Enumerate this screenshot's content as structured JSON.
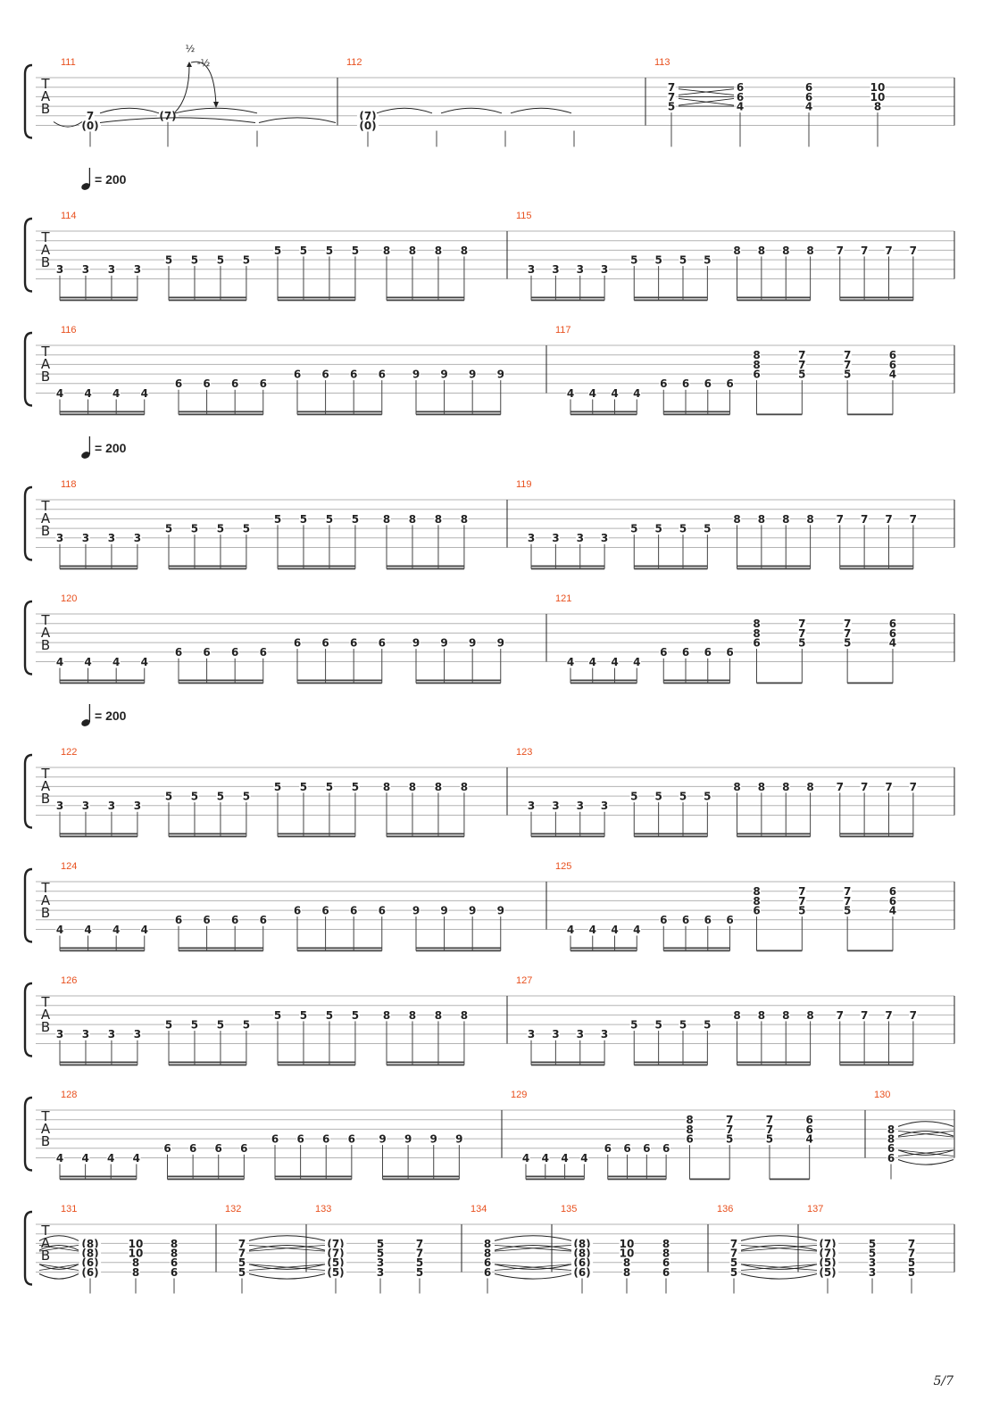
{
  "tablature": {
    "tuning_letters": [
      "T",
      "A",
      "B"
    ],
    "tempo": {
      "note": "quarter-note",
      "bpm": "= 200"
    },
    "bend_labels": [
      "½",
      "-½"
    ],
    "page_number": "5/7",
    "systems": [
      {
        "bars": [
          {
            "number": "111",
            "events": [
              {
                "notes": [
                  {
                    "string": 5,
                    "fret": "7"
                  },
                  {
                    "string": 6,
                    "fret": "(0)"
                  }
                ]
              },
              {
                "notes": [
                  {
                    "string": 5,
                    "fret": "(7)"
                  }
                ],
                "bend": true
              },
              {
                "notes": []
              }
            ]
          },
          {
            "number": "112",
            "events": [
              {
                "notes": [
                  {
                    "string": 5,
                    "fret": "(7)"
                  },
                  {
                    "string": 6,
                    "fret": "(0)"
                  }
                ]
              },
              {
                "notes": []
              },
              {
                "notes": []
              },
              {
                "notes": []
              }
            ]
          },
          {
            "number": "113",
            "events": [
              {
                "notes": [
                  {
                    "string": 2,
                    "fret": "7"
                  },
                  {
                    "string": 3,
                    "fret": "7"
                  },
                  {
                    "string": 4,
                    "fret": "5"
                  }
                ]
              },
              {
                "notes": [
                  {
                    "string": 2,
                    "fret": "6"
                  },
                  {
                    "string": 3,
                    "fret": "6"
                  },
                  {
                    "string": 4,
                    "fret": "4"
                  }
                ]
              },
              {
                "notes": [
                  {
                    "string": 2,
                    "fret": "6"
                  },
                  {
                    "string": 3,
                    "fret": "6"
                  },
                  {
                    "string": 4,
                    "fret": "4"
                  }
                ]
              },
              {
                "notes": [
                  {
                    "string": 2,
                    "fret": "10"
                  },
                  {
                    "string": 3,
                    "fret": "10"
                  },
                  {
                    "string": 4,
                    "fret": "8"
                  }
                ]
              }
            ]
          }
        ]
      },
      {
        "tempo": true,
        "bars": [
          {
            "number": "114",
            "pattern": [
              [
                "3",
                "5"
              ],
              [
                "5",
                "4"
              ],
              [
                "5",
                "3"
              ],
              [
                "8",
                "3"
              ]
            ]
          },
          {
            "number": "115",
            "pattern": [
              [
                "3",
                "5"
              ],
              [
                "5",
                "4"
              ],
              [
                "8",
                "3"
              ],
              [
                "7",
                "3"
              ]
            ]
          }
        ]
      },
      {
        "bars": [
          {
            "number": "116",
            "pattern": [
              [
                "4",
                "6"
              ],
              [
                "6",
                "5"
              ],
              [
                "6",
                "4"
              ],
              [
                "9",
                "4"
              ]
            ]
          },
          {
            "number": "117",
            "pattern": [
              [
                "4",
                "6"
              ],
              [
                "6",
                "5"
              ]
            ],
            "chords": [
              [
                "8",
                "8",
                "6"
              ],
              [
                "7",
                "7",
                "5"
              ],
              [
                "7",
                "7",
                "5"
              ],
              [
                "6",
                "6",
                "4"
              ]
            ]
          }
        ]
      },
      {
        "tempo": true,
        "bars": [
          {
            "number": "118",
            "pattern": [
              [
                "3",
                "5"
              ],
              [
                "5",
                "4"
              ],
              [
                "5",
                "3"
              ],
              [
                "8",
                "3"
              ]
            ]
          },
          {
            "number": "119",
            "pattern": [
              [
                "3",
                "5"
              ],
              [
                "5",
                "4"
              ],
              [
                "8",
                "3"
              ],
              [
                "7",
                "3"
              ]
            ]
          }
        ]
      },
      {
        "bars": [
          {
            "number": "120",
            "pattern": [
              [
                "4",
                "6"
              ],
              [
                "6",
                "5"
              ],
              [
                "6",
                "4"
              ],
              [
                "9",
                "4"
              ]
            ]
          },
          {
            "number": "121",
            "pattern": [
              [
                "4",
                "6"
              ],
              [
                "6",
                "5"
              ]
            ],
            "chords": [
              [
                "8",
                "8",
                "6"
              ],
              [
                "7",
                "7",
                "5"
              ],
              [
                "7",
                "7",
                "5"
              ],
              [
                "6",
                "6",
                "4"
              ]
            ]
          }
        ]
      },
      {
        "tempo": true,
        "bars": [
          {
            "number": "122",
            "pattern": [
              [
                "3",
                "5"
              ],
              [
                "5",
                "4"
              ],
              [
                "5",
                "3"
              ],
              [
                "8",
                "3"
              ]
            ]
          },
          {
            "number": "123",
            "pattern": [
              [
                "3",
                "5"
              ],
              [
                "5",
                "4"
              ],
              [
                "8",
                "3"
              ],
              [
                "7",
                "3"
              ]
            ]
          }
        ]
      },
      {
        "bars": [
          {
            "number": "124",
            "pattern": [
              [
                "4",
                "6"
              ],
              [
                "6",
                "5"
              ],
              [
                "6",
                "4"
              ],
              [
                "9",
                "4"
              ]
            ]
          },
          {
            "number": "125",
            "pattern": [
              [
                "4",
                "6"
              ],
              [
                "6",
                "5"
              ]
            ],
            "chords": [
              [
                "8",
                "8",
                "6"
              ],
              [
                "7",
                "7",
                "5"
              ],
              [
                "7",
                "7",
                "5"
              ],
              [
                "6",
                "6",
                "4"
              ]
            ]
          }
        ]
      },
      {
        "bars": [
          {
            "number": "126",
            "pattern": [
              [
                "3",
                "5"
              ],
              [
                "5",
                "4"
              ],
              [
                "5",
                "3"
              ],
              [
                "8",
                "3"
              ]
            ]
          },
          {
            "number": "127",
            "pattern": [
              [
                "3",
                "5"
              ],
              [
                "5",
                "4"
              ],
              [
                "8",
                "3"
              ],
              [
                "7",
                "3"
              ]
            ]
          }
        ]
      },
      {
        "bars": [
          {
            "number": "128",
            "pattern": [
              [
                "4",
                "6"
              ],
              [
                "6",
                "5"
              ],
              [
                "6",
                "4"
              ],
              [
                "9",
                "4"
              ]
            ]
          },
          {
            "number": "129",
            "pattern": [
              [
                "4",
                "6"
              ],
              [
                "6",
                "5"
              ]
            ],
            "chords": [
              [
                "8",
                "8",
                "6"
              ],
              [
                "7",
                "7",
                "5"
              ],
              [
                "7",
                "7",
                "5"
              ],
              [
                "6",
                "6",
                "4"
              ]
            ]
          },
          {
            "number": "130",
            "events": [
              {
                "notes": [
                  {
                    "string": 3,
                    "fret": "8"
                  },
                  {
                    "string": 4,
                    "fret": "8"
                  },
                  {
                    "string": 5,
                    "fret": "6"
                  },
                  {
                    "string": 6,
                    "fret": "6"
                  }
                ]
              }
            ]
          }
        ]
      },
      {
        "bars": [
          {
            "number": "131",
            "events": [
              {
                "notes": [
                  {
                    "string": 3,
                    "fret": "(8)"
                  },
                  {
                    "string": 4,
                    "fret": "(8)"
                  },
                  {
                    "string": 5,
                    "fret": "(6)"
                  },
                  {
                    "string": 6,
                    "fret": "(6)"
                  }
                ]
              },
              {
                "notes": [
                  {
                    "string": 3,
                    "fret": "10"
                  },
                  {
                    "string": 4,
                    "fret": "10"
                  },
                  {
                    "string": 5,
                    "fret": "8"
                  },
                  {
                    "string": 6,
                    "fret": "8"
                  }
                ]
              },
              {
                "notes": [
                  {
                    "string": 3,
                    "fret": "8"
                  },
                  {
                    "string": 4,
                    "fret": "8"
                  },
                  {
                    "string": 5,
                    "fret": "6"
                  },
                  {
                    "string": 6,
                    "fret": "6"
                  }
                ]
              }
            ]
          },
          {
            "number": "132",
            "events": [
              {
                "notes": [
                  {
                    "string": 3,
                    "fret": "7"
                  },
                  {
                    "string": 4,
                    "fret": "7"
                  },
                  {
                    "string": 5,
                    "fret": "5"
                  },
                  {
                    "string": 6,
                    "fret": "5"
                  }
                ]
              }
            ]
          },
          {
            "number": "133",
            "events": [
              {
                "notes": [
                  {
                    "string": 3,
                    "fret": "(7)"
                  },
                  {
                    "string": 4,
                    "fret": "(7)"
                  },
                  {
                    "string": 5,
                    "fret": "(5)"
                  },
                  {
                    "string": 6,
                    "fret": "(5)"
                  }
                ]
              },
              {
                "notes": [
                  {
                    "string": 3,
                    "fret": "5"
                  },
                  {
                    "string": 4,
                    "fret": "5"
                  },
                  {
                    "string": 5,
                    "fret": "3"
                  },
                  {
                    "string": 6,
                    "fret": "3"
                  }
                ]
              },
              {
                "notes": [
                  {
                    "string": 3,
                    "fret": "7"
                  },
                  {
                    "string": 4,
                    "fret": "7"
                  },
                  {
                    "string": 5,
                    "fret": "5"
                  },
                  {
                    "string": 6,
                    "fret": "5"
                  }
                ]
              }
            ]
          },
          {
            "number": "134",
            "events": [
              {
                "notes": [
                  {
                    "string": 3,
                    "fret": "8"
                  },
                  {
                    "string": 4,
                    "fret": "8"
                  },
                  {
                    "string": 5,
                    "fret": "6"
                  },
                  {
                    "string": 6,
                    "fret": "6"
                  }
                ]
              }
            ]
          },
          {
            "number": "135",
            "events": [
              {
                "notes": [
                  {
                    "string": 3,
                    "fret": "(8)"
                  },
                  {
                    "string": 4,
                    "fret": "(8)"
                  },
                  {
                    "string": 5,
                    "fret": "(6)"
                  },
                  {
                    "string": 6,
                    "fret": "(6)"
                  }
                ]
              },
              {
                "notes": [
                  {
                    "string": 3,
                    "fret": "10"
                  },
                  {
                    "string": 4,
                    "fret": "10"
                  },
                  {
                    "string": 5,
                    "fret": "8"
                  },
                  {
                    "string": 6,
                    "fret": "8"
                  }
                ]
              },
              {
                "notes": [
                  {
                    "string": 3,
                    "fret": "8"
                  },
                  {
                    "string": 4,
                    "fret": "8"
                  },
                  {
                    "string": 5,
                    "fret": "6"
                  },
                  {
                    "string": 6,
                    "fret": "6"
                  }
                ]
              }
            ]
          },
          {
            "number": "136",
            "events": [
              {
                "notes": [
                  {
                    "string": 3,
                    "fret": "7"
                  },
                  {
                    "string": 4,
                    "fret": "7"
                  },
                  {
                    "string": 5,
                    "fret": "5"
                  },
                  {
                    "string": 6,
                    "fret": "5"
                  }
                ]
              }
            ]
          },
          {
            "number": "137",
            "events": [
              {
                "notes": [
                  {
                    "string": 3,
                    "fret": "(7)"
                  },
                  {
                    "string": 4,
                    "fret": "(7)"
                  },
                  {
                    "string": 5,
                    "fret": "(5)"
                  },
                  {
                    "string": 6,
                    "fret": "(5)"
                  }
                ]
              },
              {
                "notes": [
                  {
                    "string": 3,
                    "fret": "5"
                  },
                  {
                    "string": 4,
                    "fret": "5"
                  },
                  {
                    "string": 5,
                    "fret": "3"
                  },
                  {
                    "string": 6,
                    "fret": "3"
                  }
                ]
              },
              {
                "notes": [
                  {
                    "string": 3,
                    "fret": "7"
                  },
                  {
                    "string": 4,
                    "fret": "7"
                  },
                  {
                    "string": 5,
                    "fret": "5"
                  },
                  {
                    "string": 6,
                    "fret": "5"
                  }
                ]
              }
            ]
          }
        ]
      }
    ]
  }
}
